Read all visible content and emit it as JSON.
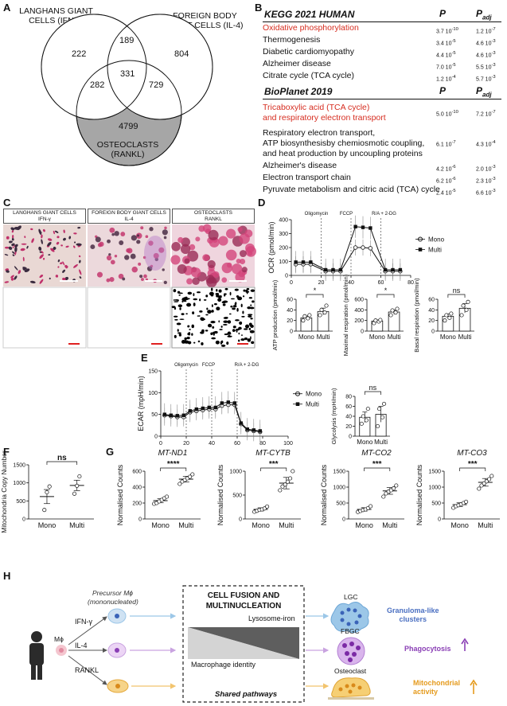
{
  "panel_labels": {
    "a": "A",
    "b": "B",
    "c": "C",
    "d": "D",
    "e": "E",
    "f": "F",
    "g": "G",
    "h": "H"
  },
  "venn": {
    "set_lgc": "LANGHANS GIANT CELLS (IFN-γ)",
    "set_lgc_l1": "LANGHANS GIANT",
    "set_lgc_l2": "CELLS (IFN-γ)",
    "set_fbgc_l1": "FOREIGN BODY",
    "set_fbgc_l2": "GIANT CELLS (IL-4)",
    "set_oc_l1": "OSTEOCLASTS",
    "set_oc_l2": "(RANKL)",
    "n_lgc_only": "222",
    "n_fbgc_only": "804",
    "n_oc_only": "4799",
    "n_lgc_fbgc": "189",
    "n_lgc_oc": "282",
    "n_fbgc_oc": "729",
    "n_all": "331",
    "oc_fill": "#a6a6a6"
  },
  "table_b": {
    "kegg_title": "KEGG 2021 HUMAN",
    "p_header": "P",
    "padj_header": "P",
    "padj_sub": "adj",
    "kegg_rows": [
      {
        "name": "Oxidative phosphorylation",
        "p": "3.7 10",
        "p_exp": "-10",
        "padj": "1.2 10",
        "padj_exp": "-7",
        "highlight": true
      },
      {
        "name": "Thermogenesis",
        "p": "3.4 10",
        "p_exp": "-5",
        "padj": "4.6 10",
        "padj_exp": "-3",
        "highlight": false
      },
      {
        "name": "Diabetic cardiomyopathy",
        "p": "4.4 10",
        "p_exp": "-5",
        "padj": "4.6 10",
        "padj_exp": "-3",
        "highlight": false
      },
      {
        "name": "Alzheimer disease",
        "p": "7.0 10",
        "p_exp": "-5",
        "padj": "5.5 10",
        "padj_exp": "-3",
        "highlight": false
      },
      {
        "name": "Citrate cycle (TCA cycle)",
        "p": "1.2 10",
        "p_exp": "-4",
        "padj": "5.7 10",
        "padj_exp": "-3",
        "highlight": false
      }
    ],
    "bioplanet_title": "BioPlanet 2019",
    "bioplanet_rows": [
      {
        "name_l1": "Tricaboxylic acid (TCA cycle)",
        "name_l2": "and respiratory electron transport",
        "p": "5.0 10",
        "p_exp": "-10",
        "padj": "7.2 10",
        "padj_exp": "-7",
        "highlight": true
      },
      {
        "name_l1": "Respiratory electron transport,",
        "name_l2": "ATP biosynthesisby chemiosmotic coupling,",
        "name_l3": "and heat production by uncoupling proteins",
        "p": "6.1 10",
        "p_exp": "-7",
        "padj": "4.3 10",
        "padj_exp": "-4",
        "highlight": false
      },
      {
        "name_l1": "Alzheimer's disease",
        "p": "4.2 10",
        "p_exp": "-6",
        "padj": "2.0 10",
        "padj_exp": "-3",
        "highlight": false
      },
      {
        "name_l1": "Electron transport chain",
        "p": "6.2 10",
        "p_exp": "-6",
        "padj": "2.3 10",
        "padj_exp": "-3",
        "highlight": false
      },
      {
        "name_l1": "Pyruvate metabolism and citric acid (TCA) cycle",
        "p": "2.4 10",
        "p_exp": "-5",
        "padj": "6.6 10",
        "padj_exp": "-3",
        "highlight": false
      }
    ],
    "highlight_color": "#d62d20"
  },
  "panel_c": {
    "bars": [
      {
        "l1": "LANGHANS GIANT CELLS",
        "l2": "IFN-γ",
        "color": "#bcd7ee"
      },
      {
        "l1": "FOREIGN BODY GIANT CELLS",
        "l2": "IL-4",
        "color": "#d9c4e6"
      },
      {
        "l1": "OSTEOCLASTS",
        "l2": "RANKL",
        "color": "#f3c25f"
      }
    ]
  },
  "chart_data": [
    {
      "id": "D-ocr",
      "type": "line",
      "ylabel": "OCR (pmol/min)",
      "xlim": [
        0,
        80
      ],
      "ylim": [
        0,
        400
      ],
      "xticks": [
        "0",
        "20",
        "40",
        "60",
        "80"
      ],
      "yticks": [
        "0",
        "100",
        "200",
        "300",
        "400"
      ],
      "annotations": [
        "Oligomycin",
        "FCCP",
        "R/A + 2-DG"
      ],
      "series": [
        {
          "name": "Mono",
          "x": [
            3,
            8,
            13,
            23,
            28,
            33,
            43,
            48,
            53,
            63,
            68,
            73
          ],
          "values": [
            80,
            80,
            80,
            30,
            30,
            30,
            200,
            200,
            195,
            30,
            30,
            30
          ]
        },
        {
          "name": "Multi",
          "x": [
            3,
            8,
            13,
            23,
            28,
            33,
            43,
            48,
            53,
            63,
            68,
            73
          ],
          "values": [
            95,
            95,
            95,
            40,
            40,
            40,
            350,
            345,
            340,
            40,
            40,
            40
          ]
        }
      ],
      "legend": "right"
    },
    {
      "id": "D-atp",
      "type": "bar",
      "ylabel": "ATP production (pmol/min)",
      "categories": [
        "Mono",
        "Multi"
      ],
      "values": [
        25,
        37
      ],
      "points": [
        [
          20,
          24,
          28,
          30
        ],
        [
          30,
          35,
          40,
          48
        ]
      ],
      "ylim": [
        0,
        60
      ],
      "yticks": [
        "0",
        "20",
        "40",
        "60"
      ],
      "significance": "*"
    },
    {
      "id": "D-max",
      "type": "bar",
      "ylabel": "Maximal respiration (pmol/min)",
      "categories": [
        "Mono",
        "Multi"
      ],
      "values": [
        190,
        360
      ],
      "points": [
        [
          150,
          180,
          200,
          210
        ],
        [
          300,
          350,
          390,
          420
        ]
      ],
      "ylim": [
        0,
        600
      ],
      "yticks": [
        "0",
        "200",
        "400",
        "600"
      ],
      "significance": "*"
    },
    {
      "id": "D-basal",
      "type": "bar",
      "ylabel": "Basal respiration (pmol/min)",
      "categories": [
        "Mono",
        "Multi"
      ],
      "values": [
        28,
        43
      ],
      "points": [
        [
          20,
          25,
          30,
          33
        ],
        [
          30,
          40,
          48,
          55
        ]
      ],
      "ylim": [
        0,
        60
      ],
      "yticks": [
        "0",
        "20",
        "40",
        "60"
      ],
      "significance": "ns"
    },
    {
      "id": "E-ecar",
      "type": "line",
      "ylabel": "ECAR (mpH/min)",
      "xlim": [
        0,
        100
      ],
      "ylim": [
        0,
        150
      ],
      "xticks": [
        "0",
        "20",
        "40",
        "60",
        "80",
        "100"
      ],
      "yticks": [
        "0",
        "50",
        "100",
        "150"
      ],
      "annotations": [
        "Oligomycin",
        "FCCP",
        "R/A + 2-DG"
      ],
      "series": [
        {
          "name": "Mono",
          "x": [
            3,
            8,
            13,
            18,
            23,
            28,
            33,
            38,
            43,
            48,
            53,
            58,
            63,
            68,
            73,
            78
          ],
          "values": [
            48,
            46,
            44,
            44,
            55,
            58,
            60,
            62,
            62,
            70,
            72,
            72,
            28,
            14,
            12,
            10
          ]
        },
        {
          "name": "Multi",
          "x": [
            3,
            8,
            13,
            18,
            23,
            28,
            33,
            38,
            43,
            48,
            53,
            58,
            63,
            68,
            73,
            78
          ],
          "values": [
            50,
            48,
            47,
            48,
            58,
            62,
            64,
            66,
            66,
            76,
            78,
            76,
            30,
            16,
            14,
            12
          ]
        }
      ],
      "legend": "right"
    },
    {
      "id": "E-glyc",
      "type": "bar",
      "ylabel": "Glycolysis (mpH/min)",
      "categories": [
        "Mono",
        "Multi"
      ],
      "values": [
        38,
        44
      ],
      "points": [
        [
          25,
          32,
          40,
          55
        ],
        [
          20,
          38,
          55,
          65
        ]
      ],
      "ylim": [
        0,
        80
      ],
      "yticks": [
        "0",
        "20",
        "40",
        "60",
        "80"
      ],
      "significance": "ns"
    },
    {
      "id": "F",
      "type": "scatter",
      "ylabel": "Mitochondria Copy Number",
      "categories": [
        "Mono",
        "Multi"
      ],
      "means": [
        620,
        930
      ],
      "points": [
        [
          250,
          740,
          900
        ],
        [
          700,
          920,
          1180
        ]
      ],
      "ylim": [
        0,
        1500
      ],
      "yticks": [
        "0",
        "500",
        "1000",
        "1500"
      ],
      "significance": "ns"
    },
    {
      "id": "G-ND1",
      "type": "scatter",
      "title": "MT-ND1",
      "ylabel": "Normalised Counts",
      "categories": [
        "Mono",
        "Multi"
      ],
      "means": [
        230,
        500
      ],
      "points": [
        [
          190,
          200,
          220,
          240,
          260,
          280
        ],
        [
          440,
          470,
          490,
          510,
          530,
          560
        ]
      ],
      "ylim": [
        0,
        600
      ],
      "yticks": [
        "0",
        "200",
        "400",
        "600"
      ],
      "significance": "****"
    },
    {
      "id": "G-CYTB",
      "type": "scatter",
      "title": "MT-CYTB",
      "ylabel": "Normalised Counts",
      "categories": [
        "Mono",
        "Multi"
      ],
      "means": [
        200,
        750
      ],
      "points": [
        [
          150,
          170,
          190,
          200,
          220,
          260
        ],
        [
          600,
          680,
          720,
          780,
          850,
          1000
        ]
      ],
      "ylim": [
        0,
        1000
      ],
      "yticks": [
        "0",
        "500",
        "1000"
      ],
      "significance": "***"
    },
    {
      "id": "G-CO2",
      "type": "scatter",
      "title": "MT-CO2",
      "ylabel": "Normalised Counts",
      "categories": [
        "Mono",
        "Multi"
      ],
      "means": [
        300,
        880
      ],
      "points": [
        [
          220,
          250,
          280,
          300,
          340,
          400
        ],
        [
          700,
          800,
          860,
          900,
          960,
          1050
        ]
      ],
      "ylim": [
        0,
        1500
      ],
      "yticks": [
        "0",
        "500",
        "1000",
        "1500"
      ],
      "significance": "***"
    },
    {
      "id": "G-CO3",
      "type": "scatter",
      "title": "MT-CO3",
      "ylabel": "Normalised Counts",
      "categories": [
        "Mono",
        "Multi"
      ],
      "means": [
        450,
        1150
      ],
      "points": [
        [
          350,
          400,
          430,
          460,
          500,
          540
        ],
        [
          950,
          1050,
          1120,
          1180,
          1250,
          1350
        ]
      ],
      "ylim": [
        0,
        1500
      ],
      "yticks": [
        "0",
        "500",
        "1000",
        "1500"
      ],
      "significance": "***"
    }
  ],
  "panel_h": {
    "precursor_l1": "Precursor Mϕ",
    "precursor_l2": "(mononucleated)",
    "mphi": "Mϕ",
    "ifng": "IFN-γ",
    "il4": "IL-4",
    "rankl": "RANKL",
    "box_title_l1": "CELL FUSION AND",
    "box_title_l2": "MULTINUCLEATION",
    "lysosome": "Lysosome-iron",
    "macrophage": "Macrophage identity",
    "shared": "Shared pathways",
    "lgc": "LGC",
    "fbgc": "FBGC",
    "osteoclast": "Osteoclast",
    "out1_l1": "Granuloma-like",
    "out1_l2": "clusters",
    "out2": "Phagocytosis",
    "out3_l1": "Mitochondrial",
    "out3_l2": "activity",
    "col_blue": "#4a6fc1",
    "col_purple": "#8a3fb5",
    "col_orange": "#e59b1e"
  }
}
